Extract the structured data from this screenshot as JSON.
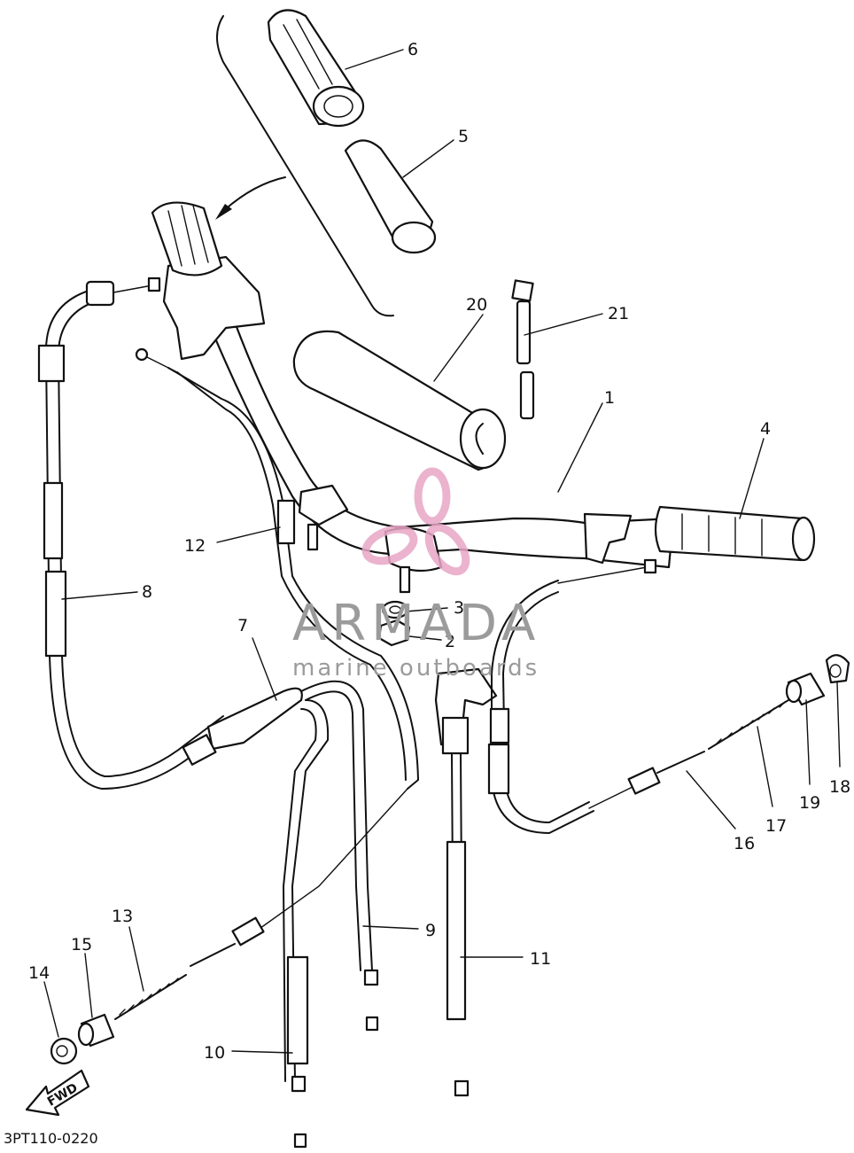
{
  "diagram": {
    "drawing_code": "3PT110-0220",
    "fwd_label": "FWD",
    "callouts": [
      {
        "id": "c1",
        "label": "1"
      },
      {
        "id": "c2",
        "label": "2"
      },
      {
        "id": "c3",
        "label": "3"
      },
      {
        "id": "c4",
        "label": "4"
      },
      {
        "id": "c5",
        "label": "5"
      },
      {
        "id": "c6",
        "label": "6"
      },
      {
        "id": "c7",
        "label": "7"
      },
      {
        "id": "c8",
        "label": "8"
      },
      {
        "id": "c9",
        "label": "9"
      },
      {
        "id": "c10",
        "label": "10"
      },
      {
        "id": "c11",
        "label": "11"
      },
      {
        "id": "c12",
        "label": "12"
      },
      {
        "id": "c13",
        "label": "13"
      },
      {
        "id": "c14",
        "label": "14"
      },
      {
        "id": "c15",
        "label": "15"
      },
      {
        "id": "c16",
        "label": "16"
      },
      {
        "id": "c17",
        "label": "17"
      },
      {
        "id": "c18",
        "label": "18"
      },
      {
        "id": "c19",
        "label": "19"
      },
      {
        "id": "c20",
        "label": "20"
      },
      {
        "id": "c21",
        "label": "21"
      }
    ]
  },
  "watermark": {
    "brand": "ARMADA",
    "tagline": "marine outboards",
    "text_color": "#9b9b9b",
    "logo_color": "#e8a6c6"
  }
}
